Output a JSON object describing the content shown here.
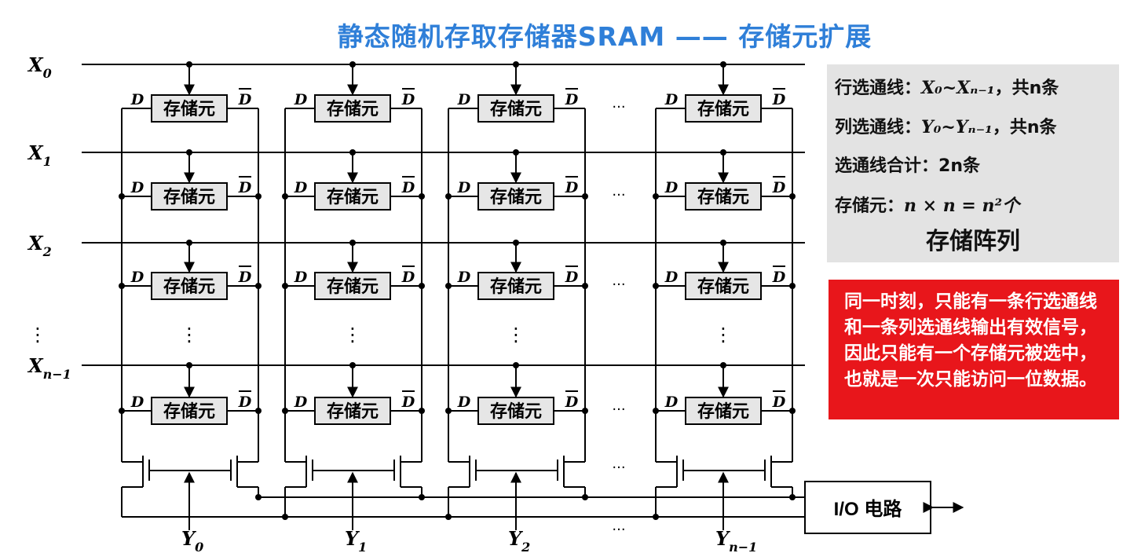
{
  "title": "静态随机存取存储器SRAM —— 存储元扩展",
  "cell_label": "存储元",
  "d_label": "D",
  "dbar_label": "D",
  "rows": [
    {
      "base": "X",
      "sub": "0"
    },
    {
      "base": "X",
      "sub": "1"
    },
    {
      "base": "X",
      "sub": "2"
    },
    {
      "base": "X",
      "sub": "n−1"
    }
  ],
  "cols": [
    {
      "base": "Y",
      "sub": "0"
    },
    {
      "base": "Y",
      "sub": "1"
    },
    {
      "base": "Y",
      "sub": "2"
    },
    {
      "base": "Y",
      "sub": "n−1"
    }
  ],
  "dots": {
    "horizontal": "···",
    "vertical": "⋮"
  },
  "io_label": "I/O 电路",
  "info": {
    "row_label": "行选通线：",
    "row_formula": "X₀~Xₙ₋₁",
    "row_count": "，共n条",
    "col_label": "列选通线：",
    "col_formula": "Y₀~Yₙ₋₁",
    "col_count": "，共n条",
    "total_label": "选通线合计：",
    "total_value": "2n条",
    "cells_label": "存储元：",
    "cells_formula": "n × n = n²个",
    "footer": "存储阵列"
  },
  "note": "同一时刻，只能有一条行选通线和一条列选通线输出有效信号，因此只能有一个存储元被选中，也就是一次只能访问一位数据。",
  "colors": {
    "title": "#2f7fd8",
    "note_bg": "#e8161b",
    "info_bg": "#e3e3e3",
    "cell_bg": "#e6e6e6"
  }
}
